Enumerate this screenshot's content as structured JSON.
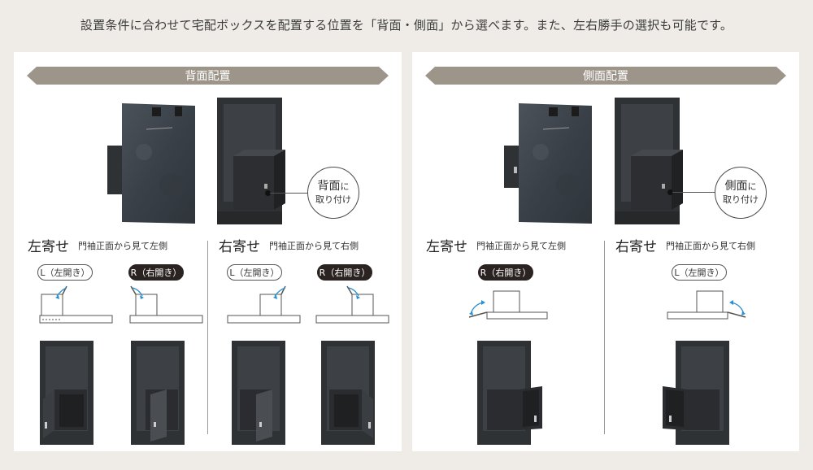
{
  "intro_text": "設置条件に合わせて宅配ボックスを配置する位置を「背面・側面」から選べます。また、左右勝手の選択も可能です。",
  "sections": {
    "back": {
      "banner": "背面配置",
      "callout_big": "背面",
      "callout_suffix": "に",
      "callout_line2": "取り付け",
      "groups": [
        {
          "title": "左寄せ",
          "subtitle": "門袖正面から見て左側",
          "options": [
            {
              "label": "L（左開き）",
              "style": "outline"
            },
            {
              "label": "R（右開き）",
              "style": "dark"
            }
          ]
        },
        {
          "title": "右寄せ",
          "subtitle": "門袖正面から見て右側",
          "options": [
            {
              "label": "L（左開き）",
              "style": "outline"
            },
            {
              "label": "R（右開き）",
              "style": "dark"
            }
          ]
        }
      ]
    },
    "side": {
      "banner": "側面配置",
      "callout_big": "側面",
      "callout_suffix": "に",
      "callout_line2": "取り付け",
      "groups": [
        {
          "title": "左寄せ",
          "subtitle": "門袖正面から見て左側",
          "options": [
            {
              "label": "R（右開き）",
              "style": "dark"
            }
          ]
        },
        {
          "title": "右寄せ",
          "subtitle": "門袖正面から見て右側",
          "options": [
            {
              "label": "L（左開き）",
              "style": "outline"
            }
          ]
        }
      ]
    }
  },
  "colors": {
    "background": "#efece7",
    "banner": "#9e958a",
    "stone": "#3a4048",
    "dark_metal": "#2f3235",
    "arrow_blue": "#2a8fd0",
    "pill_dark": "#2b2321"
  }
}
